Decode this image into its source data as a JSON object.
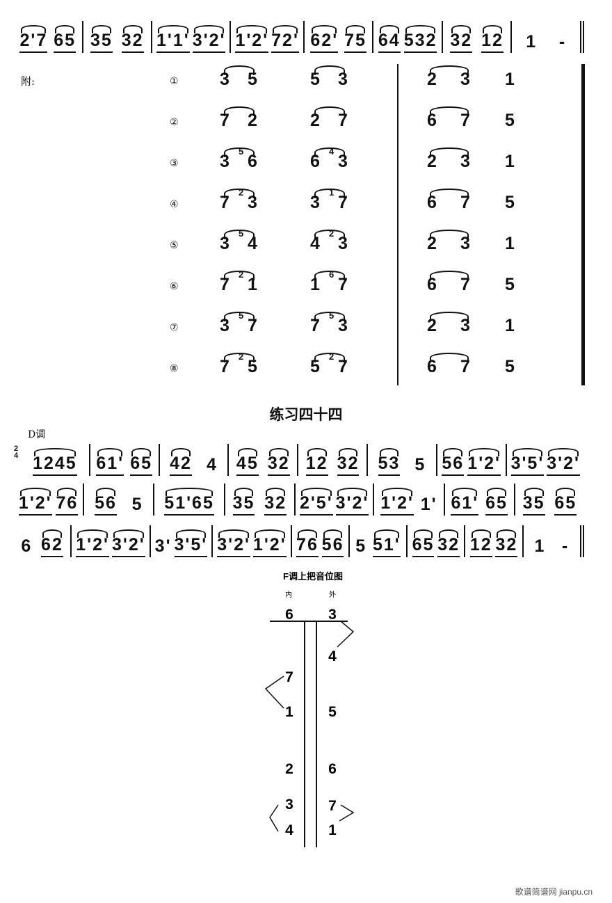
{
  "top_line": [
    [
      "2'7",
      "65"
    ],
    [
      "35",
      "32"
    ],
    [
      "1'1'",
      "3'2'"
    ],
    [
      "1'2'",
      "72'"
    ],
    [
      "62'",
      "75"
    ],
    [
      "64",
      "532"
    ],
    [
      "32",
      "12"
    ],
    [
      "1",
      "-"
    ]
  ],
  "appendix": {
    "label": "附:",
    "rows": [
      {
        "num": "①",
        "a": [
          "3",
          "",
          "5"
        ],
        "b": [
          "5",
          "",
          "3"
        ],
        "c": [
          "2",
          "3"
        ],
        "d": "1"
      },
      {
        "num": "②",
        "a": [
          "7",
          "",
          "2"
        ],
        "b": [
          "2",
          "",
          "7"
        ],
        "c": [
          "6",
          "7"
        ],
        "d": "5"
      },
      {
        "num": "③",
        "a": [
          "3",
          "5",
          "6"
        ],
        "b": [
          "6",
          "4",
          "3"
        ],
        "c": [
          "2",
          "3"
        ],
        "d": "1"
      },
      {
        "num": "④",
        "a": [
          "7",
          "2",
          "3"
        ],
        "b": [
          "3",
          "1",
          "7"
        ],
        "c": [
          "6",
          "7"
        ],
        "d": "5"
      },
      {
        "num": "⑤",
        "a": [
          "3",
          "5",
          "4"
        ],
        "b": [
          "4",
          "2",
          "3"
        ],
        "c": [
          "2",
          "3"
        ],
        "d": "1"
      },
      {
        "num": "⑥",
        "a": [
          "7",
          "2",
          "1"
        ],
        "b": [
          "1",
          "6",
          "7"
        ],
        "c": [
          "6",
          "7"
        ],
        "d": "5"
      },
      {
        "num": "⑦",
        "a": [
          "3",
          "5",
          "7"
        ],
        "b": [
          "7",
          "5",
          "3"
        ],
        "c": [
          "2",
          "3"
        ],
        "d": "1"
      },
      {
        "num": "⑧",
        "a": [
          "7",
          "2",
          "5"
        ],
        "b": [
          "5",
          "2",
          "7"
        ],
        "c": [
          "6",
          "7"
        ],
        "d": "5"
      }
    ]
  },
  "exercise": {
    "title": "练习四十四",
    "key": "D调",
    "time_signature": {
      "top": "2",
      "bottom": "4"
    },
    "rows": [
      [
        [
          "1245"
        ],
        [
          "61'",
          "65"
        ],
        [
          "42",
          "4"
        ],
        [
          "45",
          "32"
        ],
        [
          "12",
          "32"
        ],
        [
          "53",
          "5"
        ],
        [
          "56",
          "1'2'"
        ],
        [
          "3'5'",
          "3'2'"
        ]
      ],
      [
        [
          "1'2'",
          "76"
        ],
        [
          "56",
          "5"
        ],
        [
          "51'65"
        ],
        [
          "35",
          "32"
        ],
        [
          "2'5'",
          "3'2'"
        ],
        [
          "1'2'",
          "1'"
        ],
        [
          "61'",
          "65"
        ],
        [
          "35",
          "65"
        ]
      ],
      [
        [
          "6",
          "62"
        ],
        [
          "1'2'",
          "3'2'"
        ],
        [
          "3'",
          "3'5'"
        ],
        [
          "3'2'",
          "1'2'"
        ],
        [
          "76",
          "56"
        ],
        [
          "5",
          "51'"
        ],
        [
          "65",
          "32"
        ],
        [
          "12",
          "32"
        ],
        [
          "1",
          "-"
        ]
      ]
    ]
  },
  "diagram": {
    "title": "F调上把音位图",
    "inner_label": "内",
    "outer_label": "外",
    "inner_notes": [
      "6",
      "7",
      "1",
      "2",
      "3",
      "4"
    ],
    "outer_notes": [
      "3",
      "4",
      "5",
      "6",
      "7",
      "1"
    ]
  },
  "watermark": "歌谱简谱网 jianpu.cn"
}
